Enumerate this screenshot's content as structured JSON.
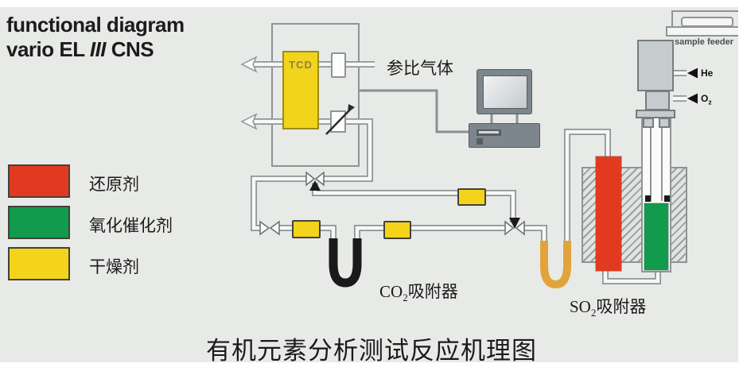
{
  "header": {
    "title_line1": "functional diagram",
    "title_line2_prefix": "vario EL ",
    "title_line2_italic": "III",
    "title_line2_suffix": " CNS"
  },
  "legend": {
    "items": [
      {
        "label": "还原剂",
        "color": "#E23A20"
      },
      {
        "label": "氧化催化剂",
        "color": "#129B4D"
      },
      {
        "label": "干燥剂",
        "color": "#F3D41A"
      }
    ]
  },
  "diagram": {
    "tcd_label": "TCD",
    "tcd_color": "#F2D41C",
    "reference_gas_label": "参比气体",
    "cartridge_color": "#F3D41A",
    "co2_absorber": {
      "prefix": "CO",
      "sub": "2",
      "suffix": "吸附器",
      "tube_color": "#1A1A1A"
    },
    "so2_absorber": {
      "prefix": "SO",
      "sub": "2",
      "suffix": "吸附器",
      "tube_color": "#E2A33C"
    },
    "reduction_tube_color": "#E23A20",
    "oxidation_tube_color": "#129B4D",
    "sample_feeder_label": "sample feeder",
    "he_label": "He",
    "o2_label_prefix": "O",
    "o2_label_sub": "2"
  },
  "caption": "有机元素分析测试反应机理图"
}
